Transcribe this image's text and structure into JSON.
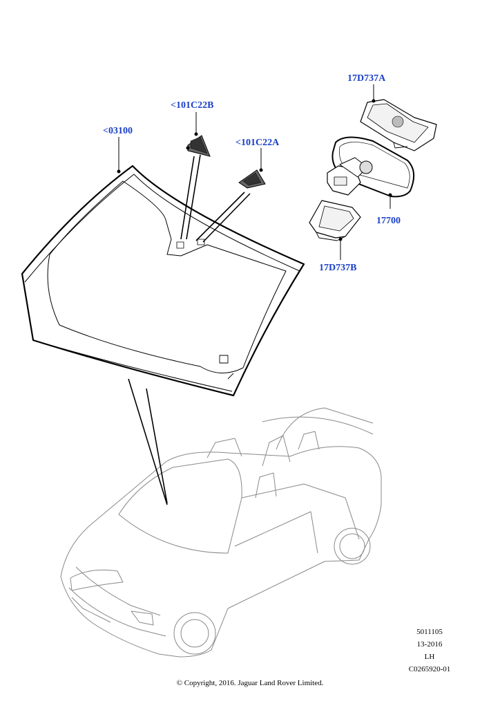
{
  "callouts": {
    "windscreen": "<03100",
    "sensor_cover_b": "<101C22B",
    "sensor_cover_a": "<101C22A",
    "mirror_cover_upper": "17D737A",
    "mirror": "17700",
    "mirror_cover_lower": "17D737B"
  },
  "meta": {
    "ref": "5011105",
    "date": "13-2016",
    "side": "LH",
    "code": "C0265920-01"
  },
  "copyright": "© Copyright, 2016. Jaguar Land Rover Limited.",
  "colors": {
    "callout": "#1a3fc8",
    "line": "#000000",
    "car": "#888888"
  }
}
